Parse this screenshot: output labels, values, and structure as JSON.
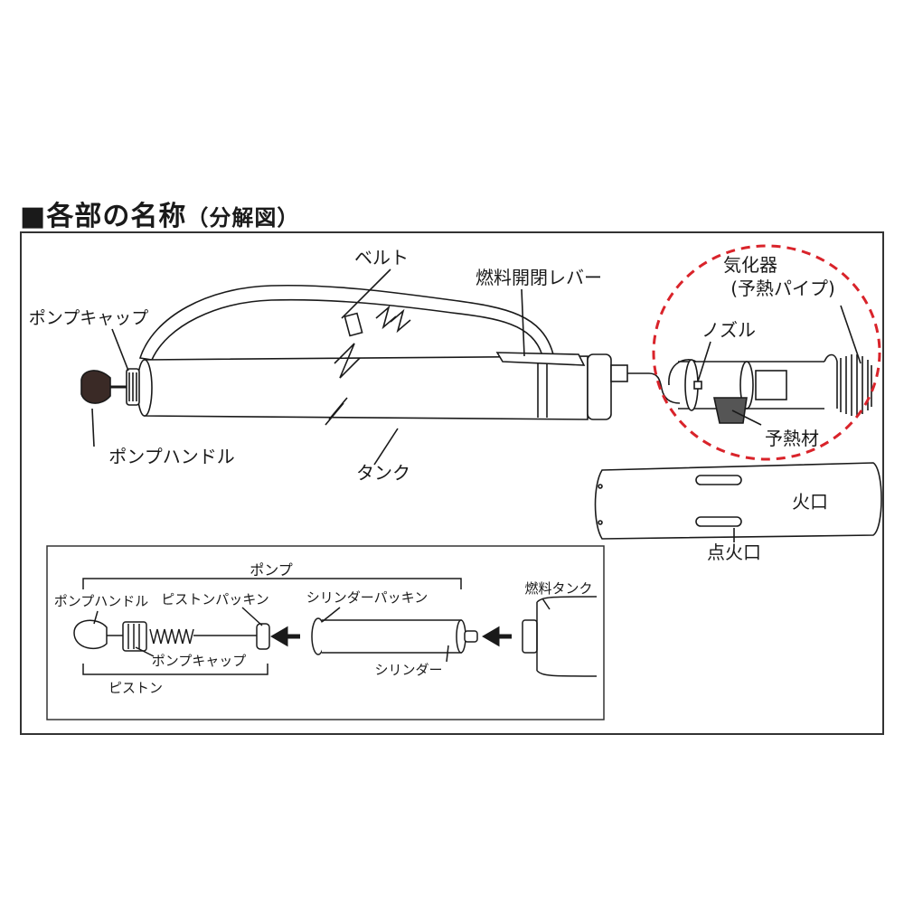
{
  "heading": {
    "marker": "■",
    "title": "各部の名称",
    "sub": "（分解図）"
  },
  "labels": {
    "belt": "ベルト",
    "fuel_lever": "燃料開閉レバー",
    "vaporizer_1": "気化器",
    "vaporizer_2": "(予熱パイプ)",
    "pump_cap": "ポンプキャップ",
    "nozzle": "ノズル",
    "preheat": "予熱材",
    "pump_handle": "ポンプハンドル",
    "tank": "タンク",
    "fire_mouth": "火口",
    "ignition_port": "点火口"
  },
  "inset": {
    "pump": "ポンプ",
    "pump_handle": "ポンプハンドル",
    "piston_packing": "ピストンパッキン",
    "cylinder_packing": "シリンダーパッキン",
    "fuel_tank": "燃料タンク",
    "pump_cap": "ポンプキャップ",
    "cylinder": "シリンダー",
    "piston": "ピストン"
  },
  "colors": {
    "accent_circle": "#d9232a",
    "line": "#1a1a1a"
  }
}
